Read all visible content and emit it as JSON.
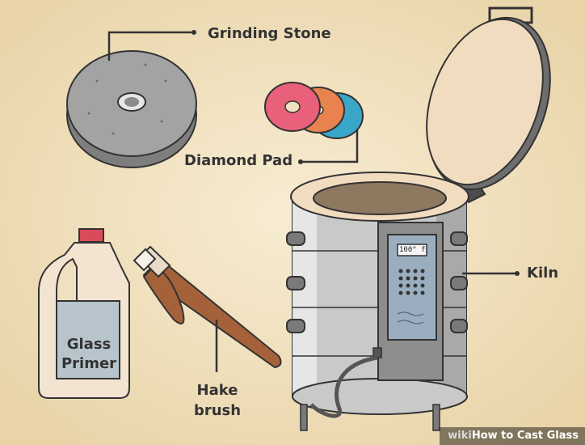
{
  "labels": {
    "grinding_stone": "Grinding Stone",
    "diamond_pad": "Diamond Pad",
    "kiln": "Kiln",
    "hake_brush_line1": "Hake",
    "hake_brush_line2": "brush",
    "primer_line1": "Glass",
    "primer_line2": "Primer",
    "kiln_display": "100°",
    "kiln_display_unit": "f"
  },
  "watermark": {
    "wiki": "wiki",
    "title": "How to Cast Glass"
  },
  "colors": {
    "background": "#efe0c0",
    "stone": "#a3a3a3",
    "pad_pink": "#e8607a",
    "pad_orange": "#e8834f",
    "pad_blue": "#3aa6c8",
    "kiln_body": "#c9c9c9",
    "kiln_lid": "#f2dcc0",
    "brush_wood": "#a5623a"
  }
}
